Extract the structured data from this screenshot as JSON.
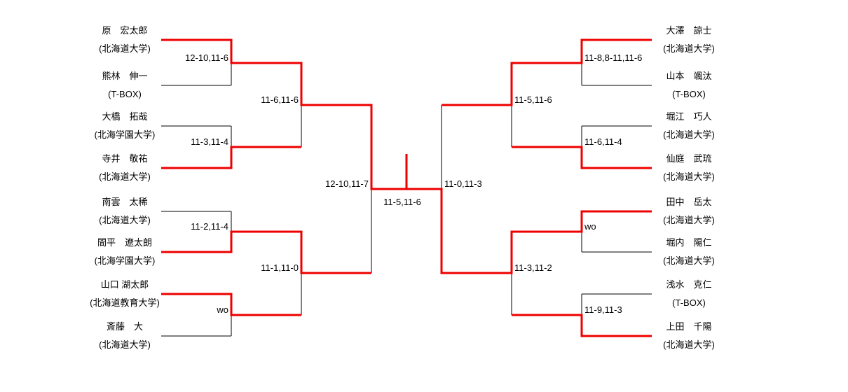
{
  "tournament": {
    "left": {
      "players": [
        {
          "name": "原　宏太郎",
          "affiliation": "(北海道大学)"
        },
        {
          "name": "熊林　伸一",
          "affiliation": "(T-BOX)"
        },
        {
          "name": "大橋　拓哉",
          "affiliation": "(北海学園大学)"
        },
        {
          "name": "寺井　敬祐",
          "affiliation": "(北海道大学)"
        },
        {
          "name": "南雲　太稀",
          "affiliation": "(北海道大学)"
        },
        {
          "name": "間平　遼太朗",
          "affiliation": "(北海学園大学)"
        },
        {
          "name": "山口 湖太郎",
          "affiliation": "(北海道教育大学)"
        },
        {
          "name": "斎藤　大",
          "affiliation": "(北海道大学)"
        }
      ],
      "round1": [
        {
          "score": "12-10,11-6",
          "winner": "原　宏太郎"
        },
        {
          "score": "11-3,11-4",
          "winner": "寺井　敬祐"
        },
        {
          "score": "11-2,11-4",
          "winner": "間平　遼太朗"
        },
        {
          "score": "wo",
          "winner": "山口 湖太郎"
        }
      ],
      "round2": [
        {
          "score": "11-6,11-6",
          "winner": "原　宏太郎"
        },
        {
          "score": "11-1,11-0",
          "winner": "間平　遼太朗"
        }
      ],
      "semifinal": {
        "score": "12-10,11-7",
        "winner": "原　宏太郎"
      }
    },
    "right": {
      "players": [
        {
          "name": "大澤　諒士",
          "affiliation": "(北海道大学)"
        },
        {
          "name": "山本　颯汰",
          "affiliation": "(T-BOX)"
        },
        {
          "name": "堀江　巧人",
          "affiliation": "(北海道大学)"
        },
        {
          "name": "仙庭　武琉",
          "affiliation": "(北海道大学)"
        },
        {
          "name": "田中　岳太",
          "affiliation": "(北海道大学)"
        },
        {
          "name": "堀内　陽仁",
          "affiliation": "(北海道大学)"
        },
        {
          "name": "浅水　克仁",
          "affiliation": "(T-BOX)"
        },
        {
          "name": "上田　千陽",
          "affiliation": "(北海道大学)"
        }
      ],
      "round1": [
        {
          "score": "11-8,8-11,11-6",
          "winner": "大澤　諒士"
        },
        {
          "score": "11-6,11-4",
          "winner": "仙庭　武琉"
        },
        {
          "score": "wo",
          "winner": "田中　岳太"
        },
        {
          "score": "11-9,11-3",
          "winner": "上田　千陽"
        }
      ],
      "round2": [
        {
          "score": "11-5,11-6",
          "winner": "大澤　諒士"
        },
        {
          "score": "11-3,11-2",
          "winner": "田中　岳太"
        }
      ],
      "semifinal": {
        "score": "11-0,11-3",
        "winner": "田中　岳太"
      }
    },
    "final": {
      "score": "11-5,11-6",
      "winner": "田中　岳太"
    }
  },
  "colors": {
    "line": "#000000",
    "winner_path": "#ee0000",
    "background": "#ffffff"
  }
}
